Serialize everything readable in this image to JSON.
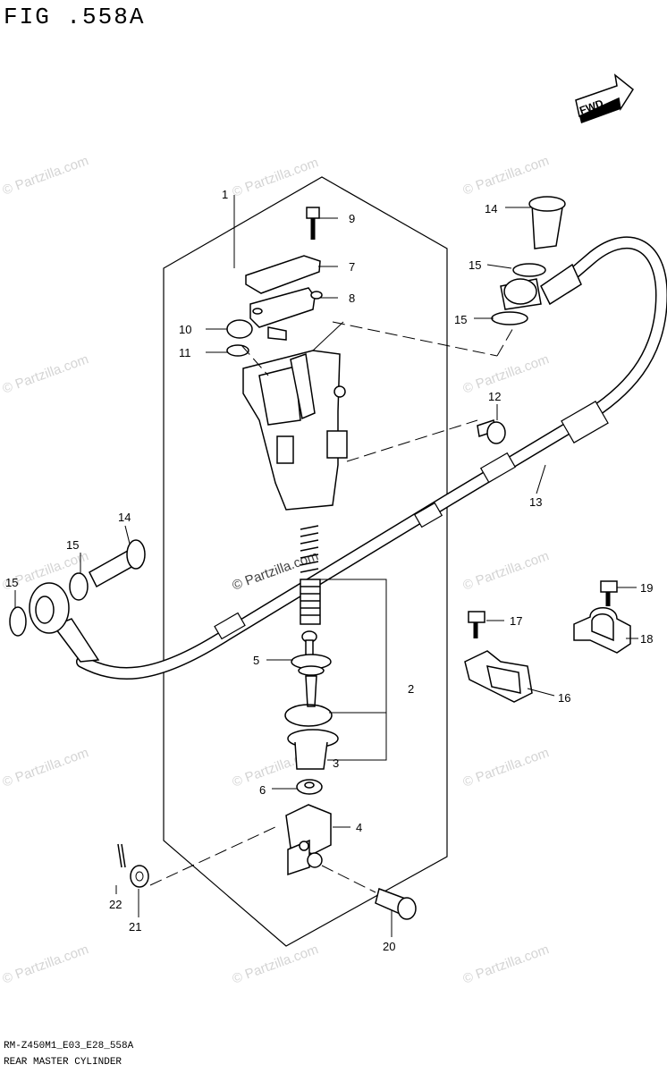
{
  "figure": {
    "title": "FIG .558A",
    "fwd_label": "FWD",
    "footer_code": "RM-Z450M1_E03_E28_558A",
    "footer_name": "REAR MASTER CYLINDER"
  },
  "watermark": "© Partzilla.com",
  "callouts": [
    "1",
    "2",
    "3",
    "4",
    "5",
    "6",
    "7",
    "8",
    "9",
    "10",
    "11",
    "12",
    "13",
    "14",
    "14",
    "15",
    "15",
    "15",
    "15",
    "16",
    "17",
    "18",
    "19",
    "20",
    "21",
    "22"
  ]
}
